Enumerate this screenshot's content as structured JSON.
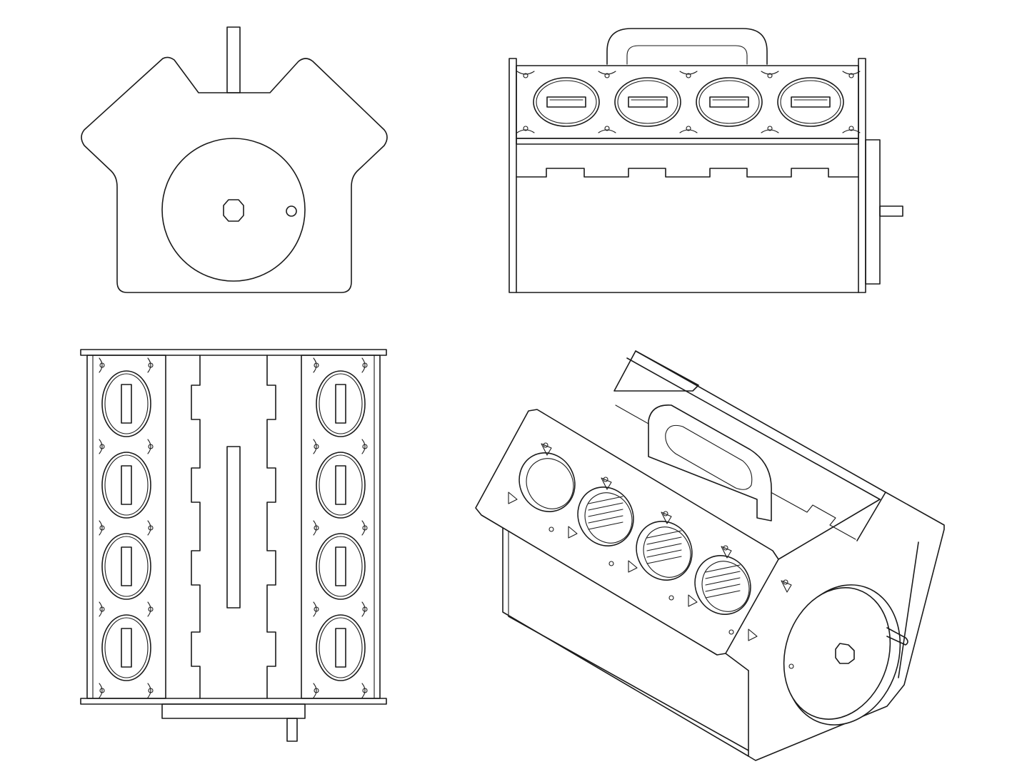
{
  "drawing": {
    "views": [
      "front",
      "side",
      "top",
      "isometric"
    ],
    "line_color": "#1a1a1a",
    "background_color": "#ffffff",
    "cylinders_per_bank": 4,
    "banks": 2
  }
}
